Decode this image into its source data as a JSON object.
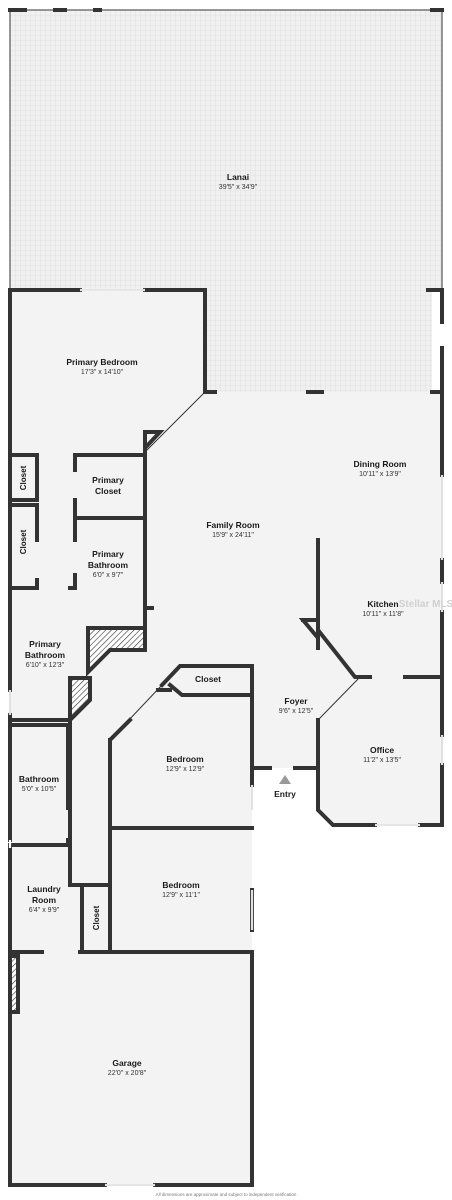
{
  "rooms": {
    "lanai": {
      "name": "Lanai",
      "dims": "39'5\" x 34'9\""
    },
    "primary_bedroom": {
      "name": "Primary Bedroom",
      "dims": "17'3\" x 14'10\""
    },
    "dining_room": {
      "name": "Dining Room",
      "dims": "10'11\" x 13'9\""
    },
    "family_room": {
      "name": "Family Room",
      "dims": "15'9\" x 24'11\""
    },
    "primary_closet": {
      "line1": "Primary",
      "line2": "Closet"
    },
    "primary_bathroom_1": {
      "line1": "Primary",
      "line2": "Bathroom",
      "dims": "6'0\" x 9'7\""
    },
    "kitchen": {
      "name": "Kitchen",
      "dims": "10'11\" x 11'8\""
    },
    "primary_bathroom_2": {
      "line1": "Primary",
      "line2": "Bathroom",
      "dims": "6'10\" x 12'3\""
    },
    "closet_top": {
      "name": "Closet"
    },
    "foyer": {
      "name": "Foyer",
      "dims": "9'6\" x 12'5\""
    },
    "bedroom_1": {
      "name": "Bedroom",
      "dims": "12'9\" x 12'9\""
    },
    "office": {
      "name": "Office",
      "dims": "11'2\" x 13'5\""
    },
    "bathroom": {
      "name": "Bathroom",
      "dims": "5'0\" x 10'5\""
    },
    "bedroom_2": {
      "name": "Bedroom",
      "dims": "12'9\" x 11'1\""
    },
    "laundry": {
      "line1": "Laundry",
      "line2": "Room",
      "dims": "6'4\" x 9'9\""
    },
    "garage": {
      "name": "Garage",
      "dims": "22'0\" x 20'8\""
    },
    "closet_v1": {
      "name": "Closet"
    },
    "closet_v2": {
      "name": "Closet"
    },
    "closet_v3": {
      "name": "Closet"
    }
  },
  "entry": {
    "label": "Entry"
  },
  "watermark": "Stellar MLS",
  "footer": {
    "disclaimer": "All dimensions are approximate and subject to independent verification"
  },
  "colors": {
    "floor": "#f2f2f2",
    "wall": "#333333",
    "lanai_tile": "#e6e6e6"
  }
}
